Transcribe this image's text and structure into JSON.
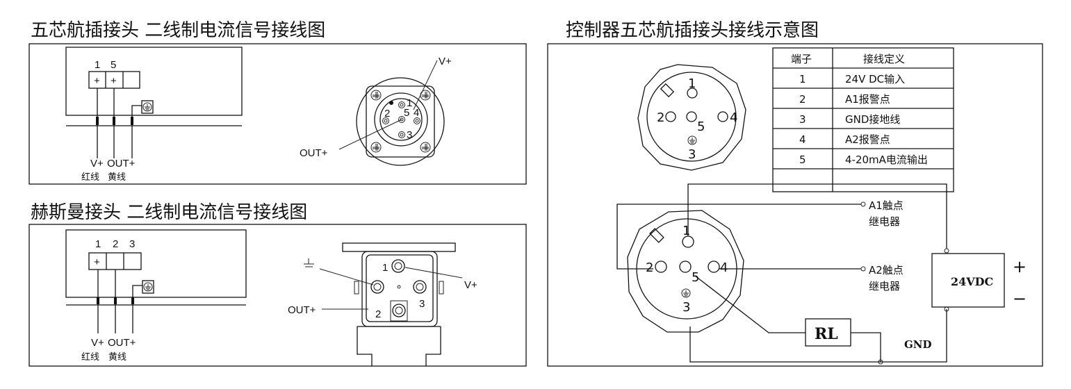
{
  "titles": {
    "panel1": "五芯航插接头 二线制电流信号接线图",
    "panel2": "赫斯曼接头 二线制电流信号接线图",
    "panel3": "控制器五芯航插接头接线示意图"
  },
  "panel1": {
    "terminal_numbers": [
      "1",
      "5"
    ],
    "terminal_signs": [
      "+",
      "+"
    ],
    "wire_labels": [
      "V+",
      "OUT+"
    ],
    "wire_colors": [
      "红线",
      "黄线"
    ],
    "pin_numbers": [
      "1",
      "2",
      "3",
      "4",
      "5"
    ],
    "callouts": {
      "vplus": "V+",
      "outplus": "OUT+"
    }
  },
  "panel2": {
    "terminal_numbers": [
      "1",
      "2",
      "3"
    ],
    "terminal_signs": [
      "+"
    ],
    "wire_labels": [
      "V+",
      "OUT+"
    ],
    "wire_colors": [
      "红线",
      "黄线"
    ],
    "pin_numbers": [
      "1",
      "2",
      "3"
    ],
    "callouts": {
      "vplus": "V+",
      "outplus": "OUT+"
    }
  },
  "panel3": {
    "table": {
      "headers": [
        "端子",
        "接线定义"
      ],
      "rows": [
        [
          "1",
          "24V DC输入"
        ],
        [
          "2",
          "A1报警点"
        ],
        [
          "3",
          "GND接地线"
        ],
        [
          "4",
          "A2报警点"
        ],
        [
          "5",
          "4-20mA电流输出"
        ]
      ]
    },
    "pin_numbers": [
      "1",
      "2",
      "3",
      "4",
      "5"
    ],
    "a1_label": "A1触点",
    "a2_label": "A2触点",
    "relay_label": "继电器",
    "supply_label": "24VDC",
    "plus": "+",
    "minus": "−",
    "load_label": "RL",
    "gnd_label": "GND"
  }
}
